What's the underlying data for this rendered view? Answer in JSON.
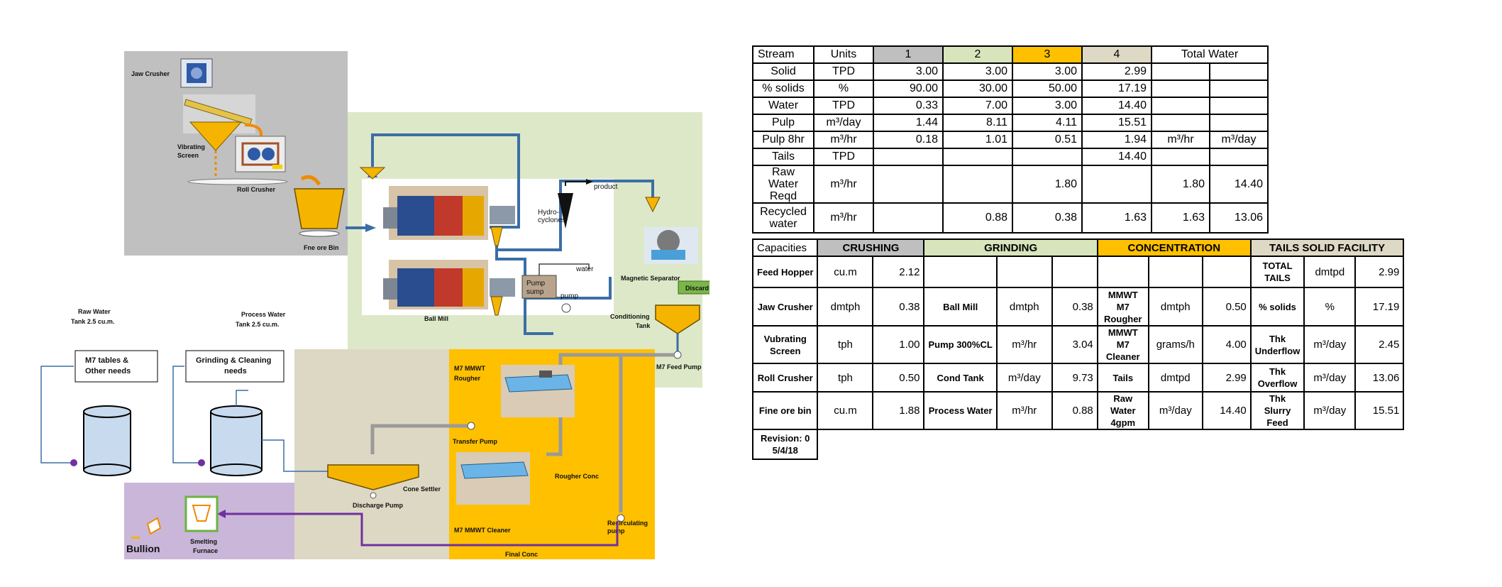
{
  "colors": {
    "crushing_bg": "#c0c0c0",
    "grinding_bg": "#dde8c8",
    "settling_bg": "#ddd8c4",
    "concentration_bg": "#ffc000",
    "smelting_bg": "#c9b6d8",
    "equipment_yellow": "#f5b400",
    "pipe_blue": "#3b6ea5",
    "pipe_purple": "#7030a0",
    "pipe_gray": "#9a9a9a",
    "head_2": "#d8e4bc",
    "head_3": "#ffc000",
    "head_4": "#ddd9c4",
    "head_1": "#bfbfbf"
  },
  "flow": {
    "labels": {
      "jaw_crusher": "Jaw Crusher",
      "vibrating_screen": "Vibrating Screen",
      "roll_crusher": "Roll Crusher",
      "fine_ore_bin": "Fne ore Bin",
      "ball_mill": "Ball Mill",
      "product": "product",
      "hydrocyclones": "Hydro-cyclones",
      "water": "water",
      "pump_sump": "Pump sump",
      "pump": "pump",
      "magnetic_separator": "Magnetic Separator",
      "discard": "Discard",
      "conditioning_tank": "Conditioning Tank",
      "m7_feed_pump": "M7 Feed Pump",
      "raw_water_tank": "Raw Water Tank 2.5 cu.m.",
      "process_water_tank": "Process Water Tank 2.5 cu.m.",
      "m7_tables": "M7 tables & Other needs",
      "grinding_cleaning": "Grinding & Cleaning needs",
      "m7_rougher": "M7 MMWT Rougher",
      "transfer_pump": "Transfer Pump",
      "cone_settler": "Cone Settler",
      "discharge_pump": "Discharge Pump",
      "rougher_conc": "Rougher Conc",
      "m7_cleaner": "M7 MMWT Cleaner",
      "recirculating_pump": "Recirculating pump",
      "final_conc": "Final Conc",
      "bullion": "Bullion",
      "smelting_furnace": "Smelting Furnace"
    }
  },
  "stream_table": {
    "header": [
      "Stream",
      "Units",
      "1",
      "2",
      "3",
      "4",
      "Total Water"
    ],
    "rows": [
      {
        "label": "Solid",
        "unit": "TPD",
        "v1": "3.00",
        "v2": "3.00",
        "v3": "3.00",
        "v4": "2.99",
        "w1": "",
        "w2": ""
      },
      {
        "label": "% solids",
        "unit": "%",
        "v1": "90.00",
        "v2": "30.00",
        "v3": "50.00",
        "v4": "17.19",
        "w1": "",
        "w2": ""
      },
      {
        "label": "Water",
        "unit": "TPD",
        "v1": "0.33",
        "v2": "7.00",
        "v3": "3.00",
        "v4": "14.40",
        "w1": "",
        "w2": ""
      },
      {
        "label": "Pulp",
        "unit": "m³/day",
        "v1": "1.44",
        "v2": "8.11",
        "v3": "4.11",
        "v4": "15.51",
        "w1": "",
        "w2": ""
      },
      {
        "label": "Pulp 8hr",
        "unit": "m³/hr",
        "v1": "0.18",
        "v2": "1.01",
        "v3": "0.51",
        "v4": "1.94",
        "w1": "m³/hr",
        "w2": "m³/day"
      },
      {
        "label": "Tails",
        "unit": "TPD",
        "v1": "",
        "v2": "",
        "v3": "",
        "v4": "14.40",
        "w1": "",
        "w2": ""
      },
      {
        "label": "Raw Water Reqd",
        "unit": "m³/hr",
        "v1": "",
        "v2": "",
        "v3": "1.80",
        "v4": "",
        "w1": "1.80",
        "w2": "14.40"
      },
      {
        "label": "Recycled water",
        "unit": "m³/hr",
        "v1": "",
        "v2": "0.88",
        "v3": "0.38",
        "v4": "1.63",
        "w1": "1.63",
        "w2": "13.06"
      }
    ]
  },
  "capacities_table": {
    "header": {
      "capacities": "Capacities",
      "crushing": "CRUSHING",
      "grinding": "GRINDING",
      "concentration": "CONCENTRATION",
      "tails": "TAILS SOLID FACILITY"
    },
    "rows": [
      {
        "c_name": "Feed Hopper",
        "c_unit": "cu.m",
        "c_val": "2.12",
        "g_name": "",
        "g_unit": "",
        "g_val": "",
        "k_name": "",
        "k_unit": "",
        "k_val": "",
        "t_name": "TOTAL TAILS",
        "t_unit": "dmtpd",
        "t_val": "2.99"
      },
      {
        "c_name": "Jaw Crusher",
        "c_unit": "dmtph",
        "c_val": "0.38",
        "g_name": "Ball Mill",
        "g_unit": "dmtph",
        "g_val": "0.38",
        "k_name": "MMWT M7 Rougher",
        "k_unit": "dmtph",
        "k_val": "0.50",
        "t_name": "% solids",
        "t_unit": "%",
        "t_val": "17.19"
      },
      {
        "c_name": "Vubrating Screen",
        "c_unit": "tph",
        "c_val": "1.00",
        "g_name": "Pump 300%CL",
        "g_unit": "m³/hr",
        "g_val": "3.04",
        "k_name": "MMWT M7 Cleaner",
        "k_unit": "grams/h",
        "k_val": "4.00",
        "t_name": "Thk Underflow",
        "t_unit": "m³/day",
        "t_val": "2.45"
      },
      {
        "c_name": "Roll Crusher",
        "c_unit": "tph",
        "c_val": "0.50",
        "g_name": "Cond Tank",
        "g_unit": "m³/day",
        "g_val": "9.73",
        "k_name": "Tails",
        "k_unit": "dmtpd",
        "k_val": "2.99",
        "t_name": "Thk Overflow",
        "t_unit": "m³/day",
        "t_val": "13.06"
      },
      {
        "c_name": "Fine ore bin",
        "c_unit": "cu.m",
        "c_val": "1.88",
        "g_name": "Process Water",
        "g_unit": "m³/hr",
        "g_val": "0.88",
        "k_name": "Raw Water 4gpm",
        "k_unit": "m³/day",
        "k_val": "14.40",
        "t_name": "Thk Slurry Feed",
        "t_unit": "m³/day",
        "t_val": "15.51"
      }
    ],
    "revision": "Revision: 0 5/4/18"
  }
}
